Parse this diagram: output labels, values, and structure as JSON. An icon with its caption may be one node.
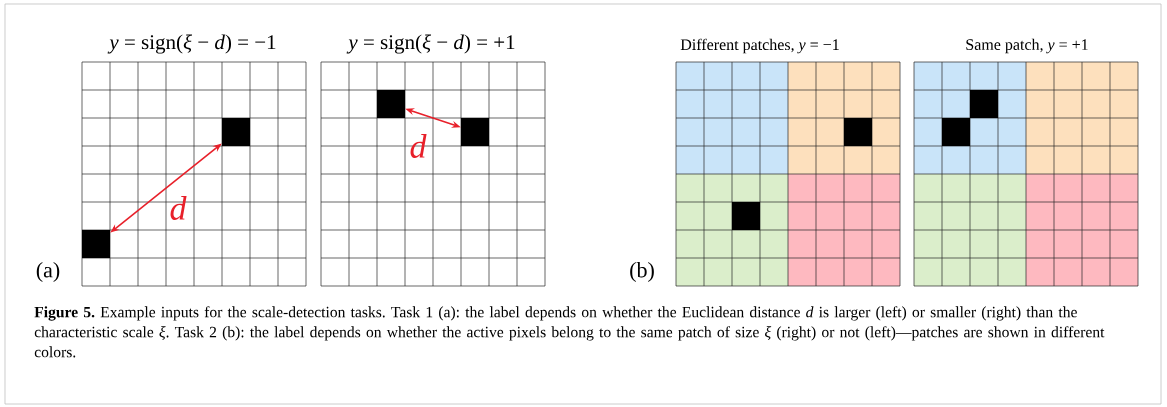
{
  "diagram": {
    "caption": "**Figure 5.** Example inputs for the scale-detection tasks. Task 1 (a): the label depends on whether the Euclidean distance *d* is larger (left) or smaller (right) than the characteristic scale *ξ*. Task 2 (b): the label depends on whether the active pixels belong to the same patch of size *ξ* (right) or not (left)—patches are shown in different colors.",
    "nodes": [
      {
        "text": [],
        "shape": "box"
      },
      {
        "text": [],
        "shape": "box"
      },
      {
        "text": [],
        "shape": "box"
      },
      {
        "text": [],
        "shape": "box"
      },
      {
        "text": [],
        "shape": "box"
      },
      {
        "text": [],
        "shape": "box"
      },
      {
        "text": [],
        "shape": "box"
      },
      {
        "text": [],
        "shape": "box"
      }
    ],
    "edges": [
      {
        "from": 0,
        "to": 1,
        "arrow": "both",
        "label": "d",
        "color": "#e8202a"
      },
      {
        "from": 2,
        "to": 3,
        "arrow": "both",
        "label": "d",
        "color": "#e8202a"
      }
    ],
    "labels": [
      "*y* = sign(*ξ* − *d*) = −1",
      "*y* = sign(*ξ* − *d*) = +1",
      "Different patches, *y* = −1",
      "Same patch, *y* = +1",
      "(a)",
      "(b)"
    ]
  }
}
